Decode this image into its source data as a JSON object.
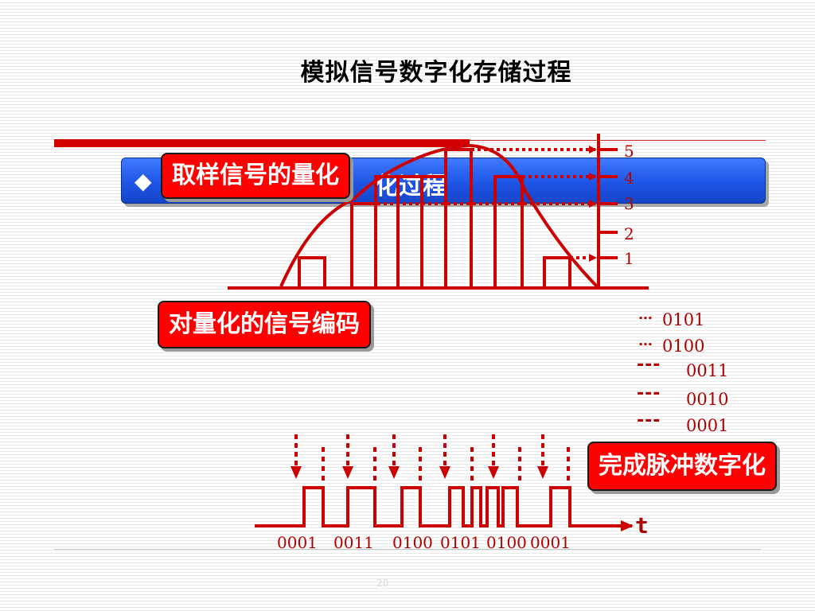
{
  "slide": {
    "title": "模拟信号数字化存储过程",
    "banner_diamond": "◆",
    "banner_text": "化过程",
    "page_number": "20"
  },
  "labels": {
    "quantize": "取样信号的量化",
    "encode": "对量化的信号编码",
    "pulse": "完成脉冲数字化"
  },
  "levels": [
    "5",
    "4",
    "3",
    "2",
    "1"
  ],
  "codes": [
    {
      "prefix": "…",
      "value": "0101"
    },
    {
      "prefix": "…",
      "value": "0100"
    },
    {
      "prefix": "---",
      "value": "0011"
    },
    {
      "prefix": "---",
      "value": "0010"
    },
    {
      "prefix": "---",
      "value": "0001"
    }
  ],
  "bit_codes": [
    "0001",
    "0011",
    "0100",
    "0101",
    "0100",
    "0001"
  ],
  "axis_label": "t",
  "colors": {
    "accent": "#cc0000",
    "banner": "#2a62f0",
    "label_bg": "#ff0000"
  }
}
